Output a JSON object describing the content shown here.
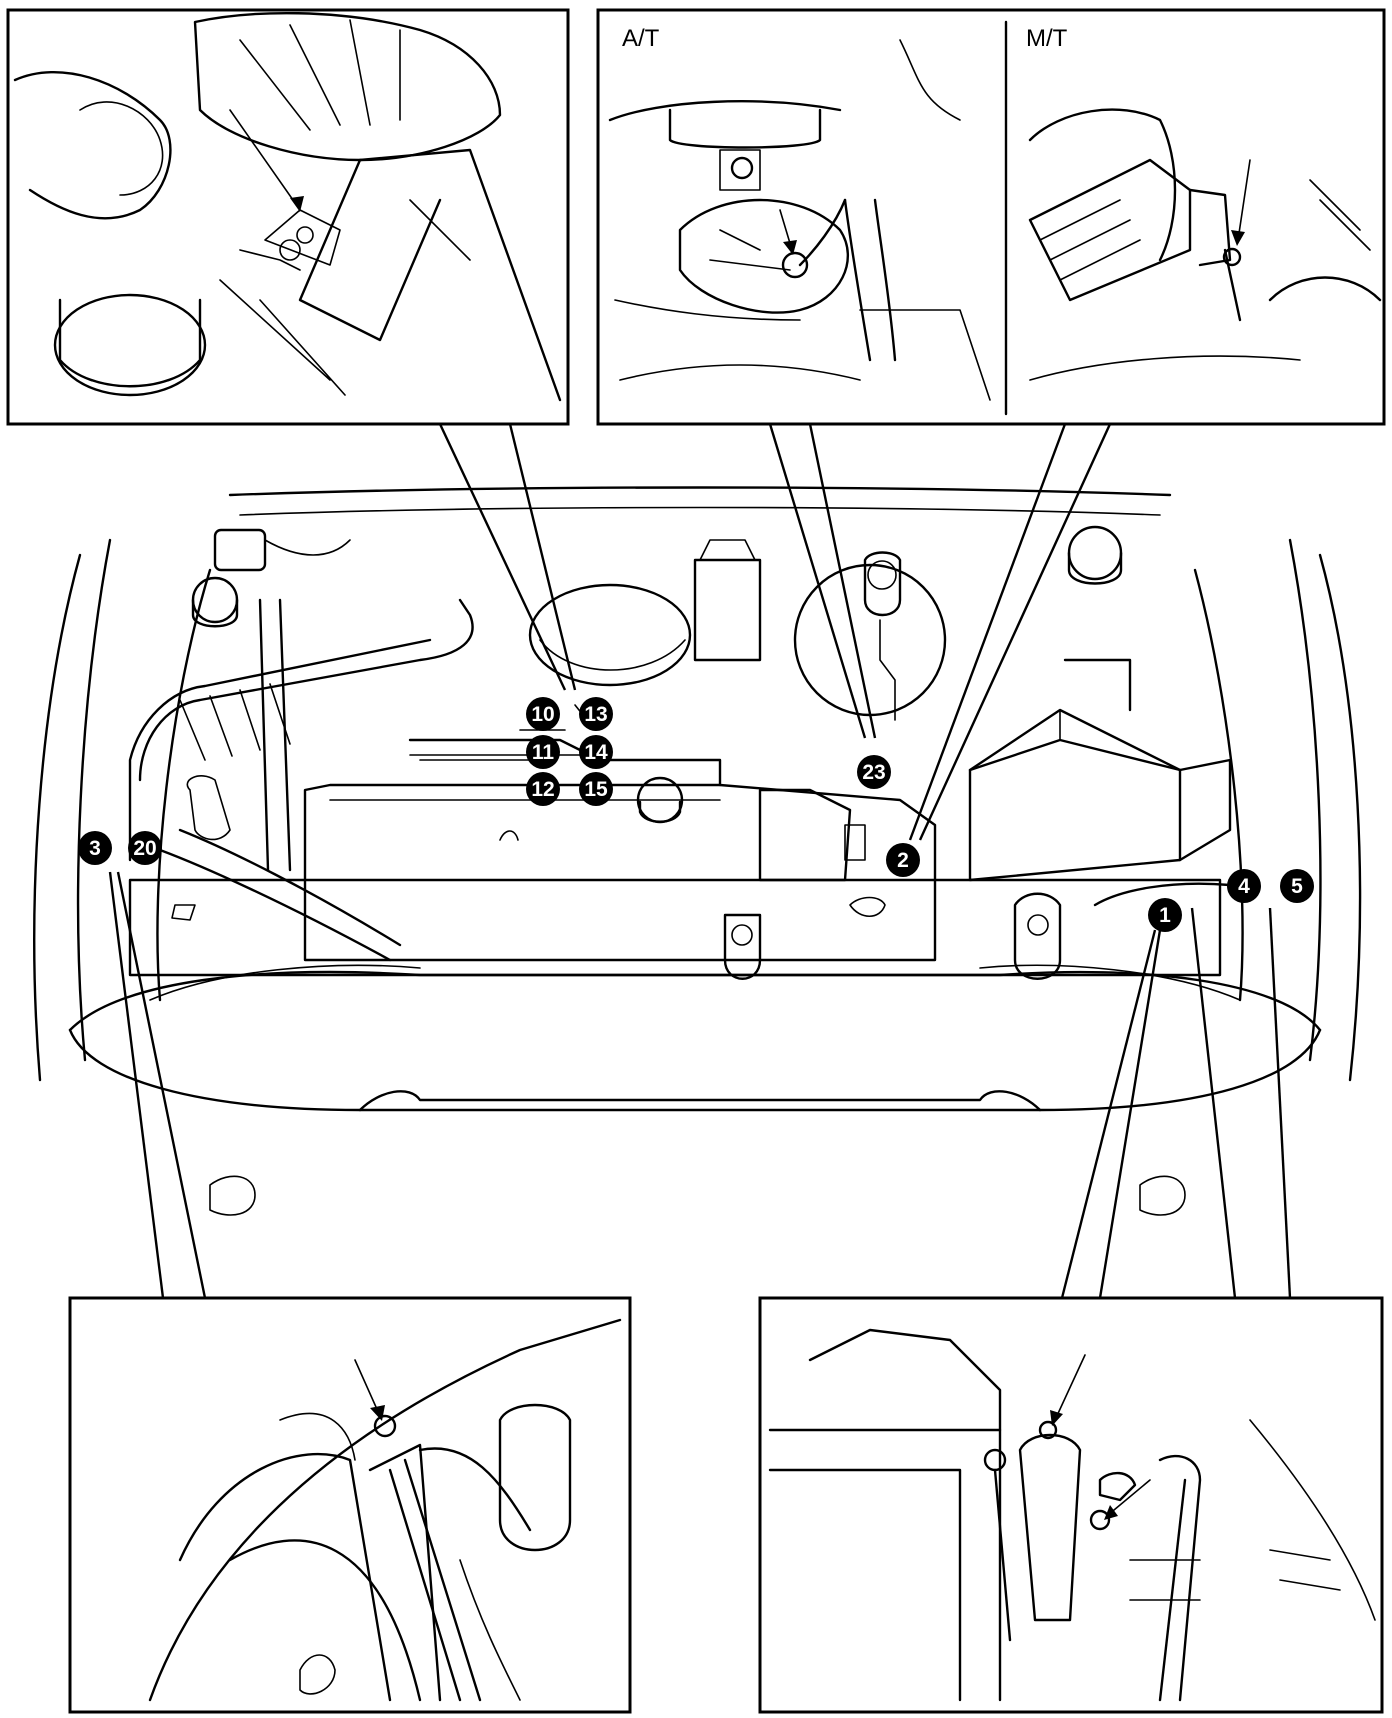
{
  "panels": {
    "transmission_left_label": "A/T",
    "transmission_right_label": "M/T"
  },
  "ground_points": [
    {
      "id": "g1",
      "label": "1"
    },
    {
      "id": "g2",
      "label": "2"
    },
    {
      "id": "g3",
      "label": "3"
    },
    {
      "id": "g4",
      "label": "4"
    },
    {
      "id": "g5",
      "label": "5"
    },
    {
      "id": "g10",
      "label": "10"
    },
    {
      "id": "g11",
      "label": "11"
    },
    {
      "id": "g12",
      "label": "12"
    },
    {
      "id": "g13",
      "label": "13"
    },
    {
      "id": "g14",
      "label": "14"
    },
    {
      "id": "g15",
      "label": "15"
    },
    {
      "id": "g20",
      "label": "20"
    },
    {
      "id": "g23",
      "label": "23"
    }
  ]
}
